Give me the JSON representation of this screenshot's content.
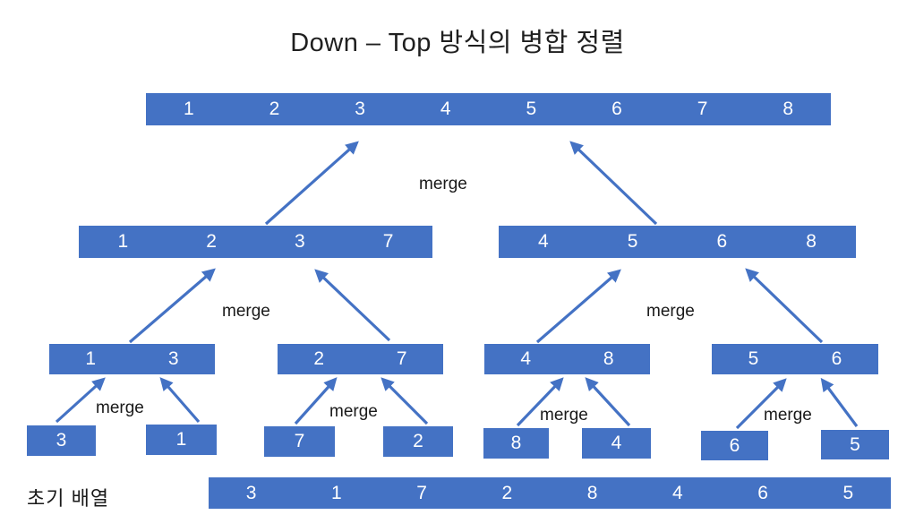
{
  "title": "Down – Top 방식의 병합 정렬",
  "colors": {
    "accent": "#4472C4",
    "bar_text": "#FFFFFF",
    "label_text": "#1A1A1A"
  },
  "merge_label": "merge",
  "initial_label": "초기 배열",
  "tree": {
    "sorted": [
      "1",
      "2",
      "3",
      "4",
      "5",
      "6",
      "7",
      "8"
    ],
    "level2": {
      "left": [
        "1",
        "2",
        "3",
        "7"
      ],
      "right": [
        "4",
        "5",
        "6",
        "8"
      ]
    },
    "level3": {
      "box1": [
        "1",
        "3"
      ],
      "box2": [
        "2",
        "7"
      ],
      "box3": [
        "4",
        "8"
      ],
      "box4": [
        "5",
        "6"
      ]
    },
    "singles": [
      "3",
      "1",
      "7",
      "2",
      "8",
      "4",
      "6",
      "5"
    ],
    "initial": [
      "3",
      "1",
      "7",
      "2",
      "8",
      "4",
      "6",
      "5"
    ]
  }
}
